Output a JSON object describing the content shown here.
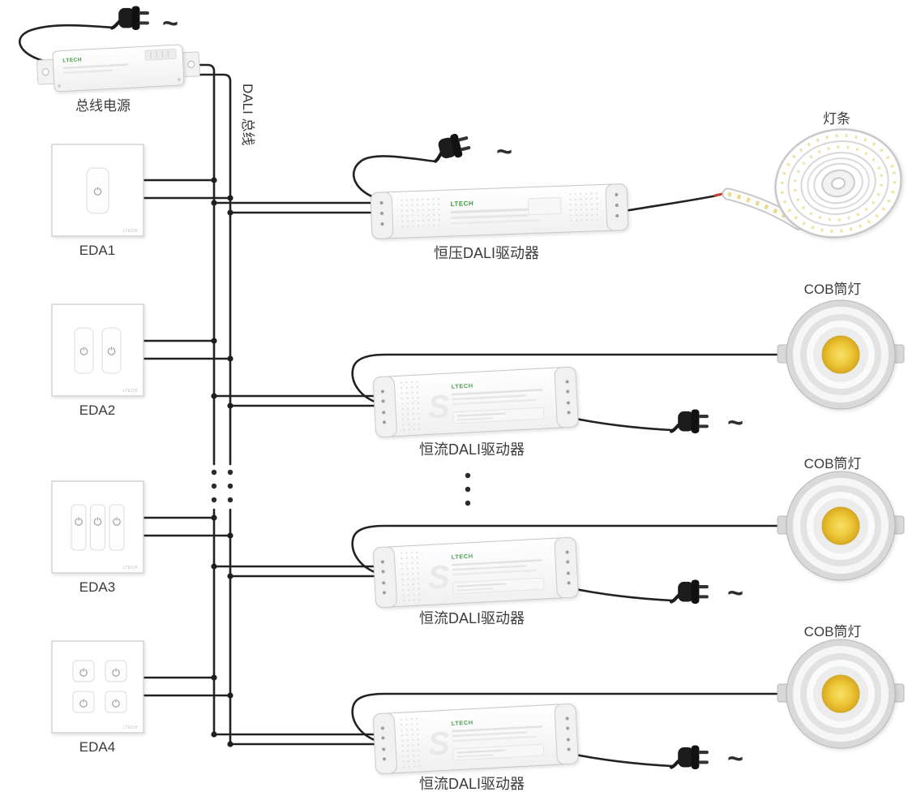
{
  "ac_symbol": "~",
  "brand": "LTECH",
  "bus": {
    "power_supply_label": "总线电源",
    "bus_label": "DALI 总线"
  },
  "panels": [
    {
      "label": "EDA1",
      "buttons": 1
    },
    {
      "label": "EDA2",
      "buttons": 2
    },
    {
      "label": "EDA3",
      "buttons": 3
    },
    {
      "label": "EDA4",
      "buttons": 4
    }
  ],
  "drivers": {
    "cv": {
      "label": "恒压DALI驱动器",
      "load_label": "灯条"
    },
    "cc": {
      "label": "恒流DALI驱动器",
      "load_label": "COB筒灯",
      "emboss": "S"
    }
  }
}
